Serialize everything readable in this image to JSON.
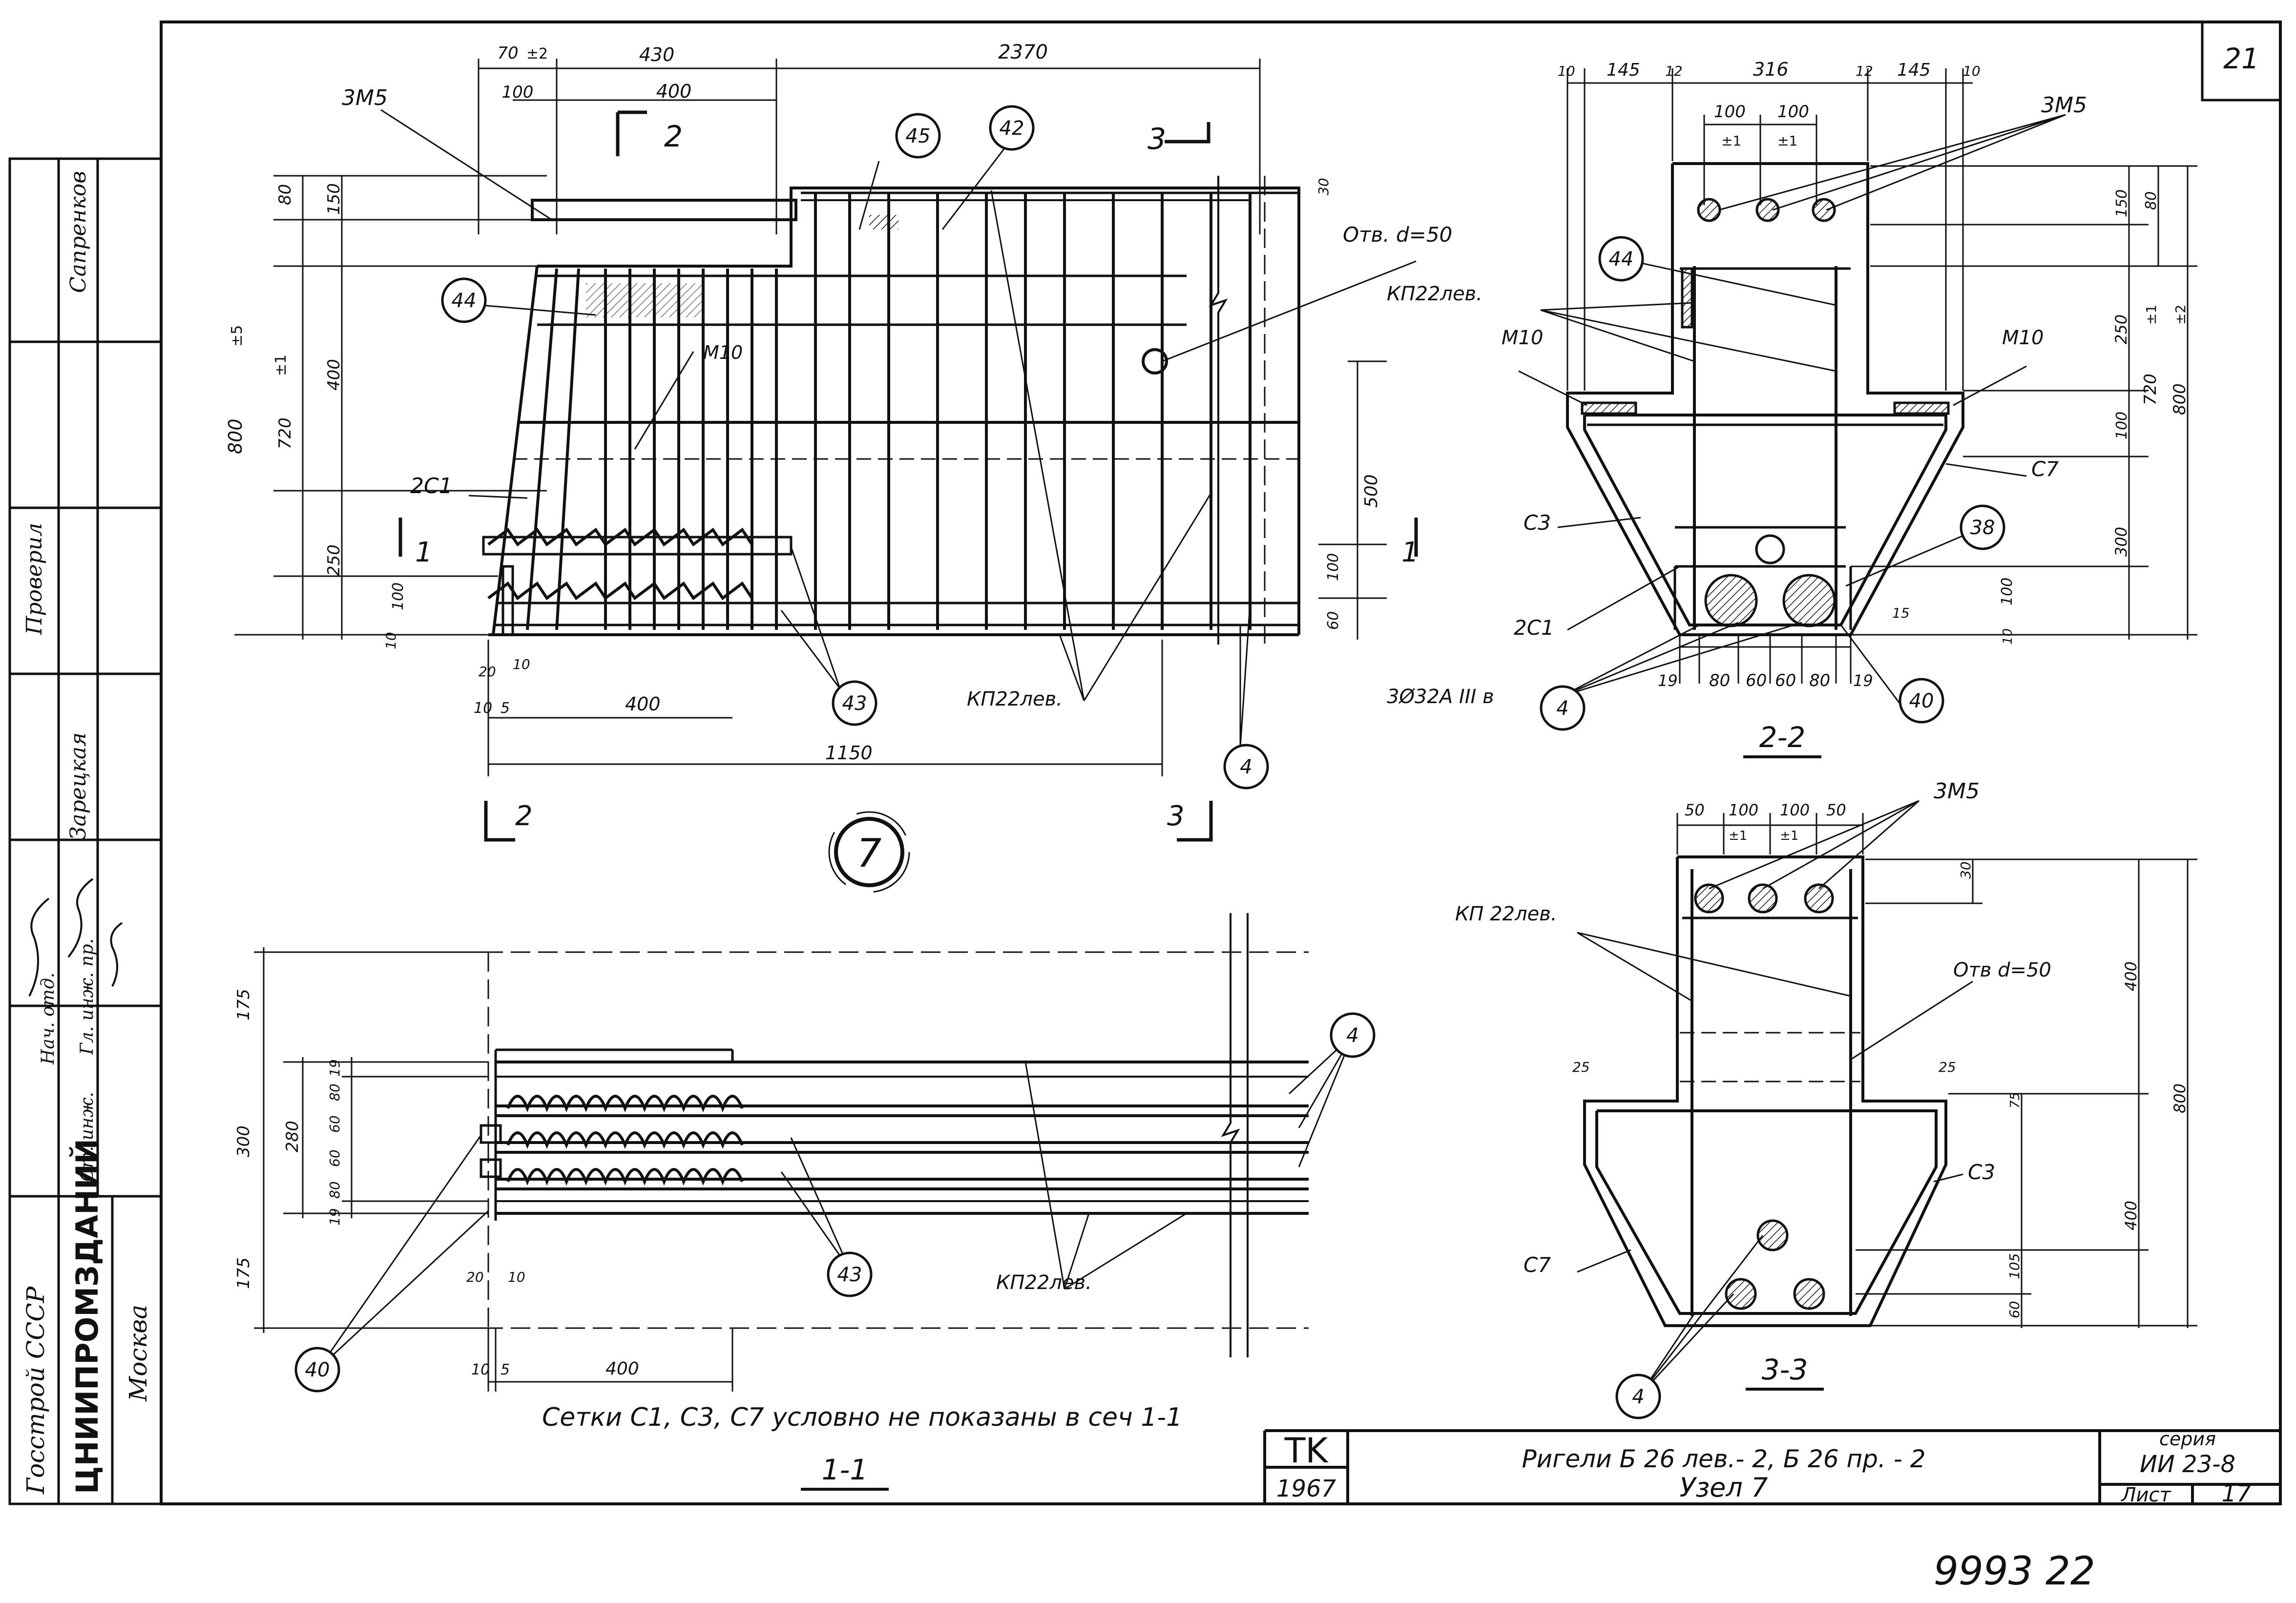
{
  "sheet_no": "21",
  "bottom_note": "9993   22",
  "title_block": {
    "mark": "TK",
    "year": "1967",
    "title_line1": "Ригели Б 26 лев.- 2, Б 26 пр. - 2",
    "title_line2": "Узел 7",
    "series_label": "серия",
    "series_value": "ИИ 23-8",
    "list_label": "Лист",
    "list_value": "17"
  },
  "side_stamp": {
    "org1": "Госстрой СССР",
    "org2": "ЦНИИПРОМЗДАНИЙ",
    "city": "Москва",
    "roles": [
      "Нач. отд.",
      "Гл. инж. пр.",
      "Ст. инж."
    ],
    "names": [
      "Сапренков",
      "",
      "Проверил",
      "Зарецкая"
    ]
  },
  "node_label": "7",
  "note": "Сетки С1, С3, С7 условно не показаны в сеч 1-1",
  "views": {
    "elevation": {
      "top_dims": [
        "70",
        "±2",
        "430",
        "2370",
        "100",
        "400"
      ],
      "left_dims": [
        "80",
        "150",
        "800",
        "±5",
        "±1",
        "720",
        "400",
        "250",
        "100",
        "10"
      ],
      "right_dims": [
        "30",
        "500",
        "100",
        "60"
      ],
      "bottom_dims": [
        "20",
        "10",
        "10",
        "5",
        "400",
        "1150"
      ],
      "labels": [
        "3М5",
        "Отв. d=50",
        "М10",
        "2С1",
        "КП22лев."
      ],
      "callouts": [
        "45",
        "42",
        "44",
        "43",
        "4"
      ],
      "section_marks": [
        "2",
        "3",
        "1",
        "1",
        "2",
        "3"
      ]
    },
    "section_2_2": {
      "caption": "2-2",
      "top_dims": [
        "10",
        "145",
        "12",
        "316",
        "12",
        "145",
        "10",
        "100",
        "100",
        "±1",
        "±1"
      ],
      "right_dims": [
        "150",
        "80",
        "250",
        "720",
        "±1",
        "±2",
        "800",
        "100",
        "300",
        "100",
        "10",
        "15"
      ],
      "bottom_dims": [
        "19",
        "80",
        "60",
        "60",
        "80",
        "19"
      ],
      "labels": [
        "3М5",
        "КП22лев.",
        "М10",
        "М10",
        "С7",
        "С3",
        "2С1",
        "3Ø32А III в"
      ],
      "callouts": [
        "44",
        "38",
        "4",
        "40"
      ]
    },
    "section_3_3": {
      "caption": "3-3",
      "top_dims": [
        "50",
        "100",
        "100",
        "50",
        "±1",
        "±1"
      ],
      "right_dims": [
        "30",
        "400",
        "800",
        "25",
        "25",
        "75",
        "400",
        "105",
        "60"
      ],
      "labels": [
        "3М5",
        "КП 22лев.",
        "Отв d=50",
        "С3",
        "С7"
      ],
      "callouts": [
        "4"
      ]
    },
    "section_1_1": {
      "caption": "1-1",
      "left_dims": [
        "175",
        "19",
        "80",
        "300",
        "280",
        "60",
        "60",
        "80",
        "19",
        "175"
      ],
      "bottom_dims": [
        "20",
        "10",
        "10",
        "5",
        "400"
      ],
      "labels": [
        "КП22лев."
      ],
      "callouts": [
        "4",
        "43",
        "40"
      ]
    }
  }
}
